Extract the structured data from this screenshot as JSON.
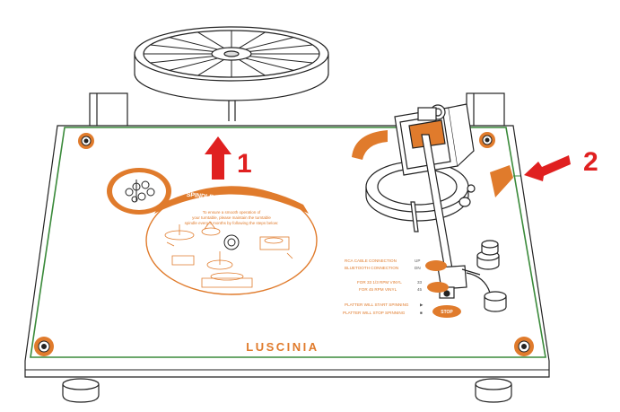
{
  "brand": {
    "name": "LUSCINIA"
  },
  "callouts": [
    {
      "number": "1",
      "meaning": "lift platter off spindle"
    },
    {
      "number": "2",
      "meaning": "remove sticker from edge"
    }
  ],
  "spindle_sticker": {
    "title": "SPINDLE MAINTENANCE TIPS",
    "body_lines": [
      "To ensure a smooth operation of",
      "your turntable, please maintain the turntable",
      "spindle every 3 months by following the steps below:"
    ]
  },
  "control_labels": [
    {
      "text": "RCA CABLE CONNECTION",
      "code": "UP"
    },
    {
      "text": "BLUETOOTH CONNECTION",
      "code": "DN"
    },
    {
      "text": "FOR 33 1/3 RPM VINYL",
      "code": "33"
    },
    {
      "text": "FOR 45 RPM VINYL",
      "code": "45"
    },
    {
      "text": "PLATTER WILL START SPINNING",
      "code": "▶"
    },
    {
      "text": "PLATTER WILL STOP SPINNING",
      "code": "■"
    }
  ],
  "buttons": {
    "stop_label": "STOP"
  },
  "colors": {
    "accent_orange": "#e07b2c",
    "callout_red": "#e02020",
    "plinth_edge_green": "#3a8a3a",
    "line_art": "#222222"
  }
}
